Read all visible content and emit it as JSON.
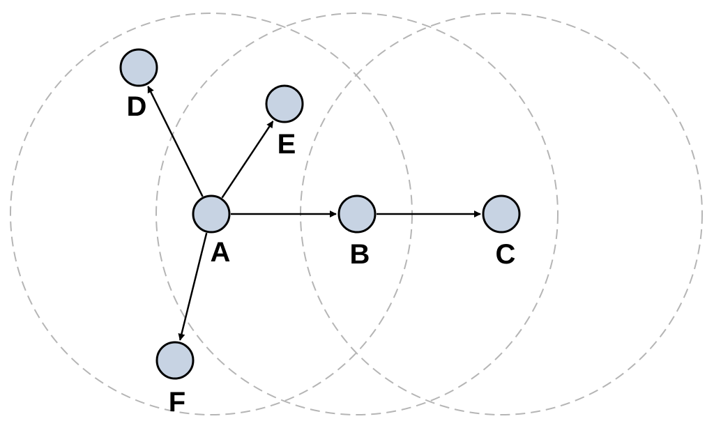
{
  "colors": {
    "node_fill": "#c7d3e3",
    "node_stroke": "#000000",
    "range_stroke": "#b5b5b5",
    "edge": "#000000"
  },
  "nodes": [
    {
      "id": "A",
      "label": "A"
    },
    {
      "id": "B",
      "label": "B"
    },
    {
      "id": "C",
      "label": "C"
    },
    {
      "id": "D",
      "label": "D"
    },
    {
      "id": "E",
      "label": "E"
    },
    {
      "id": "F",
      "label": "F"
    }
  ],
  "edges": [
    {
      "from": "A",
      "to": "B"
    },
    {
      "from": "B",
      "to": "C"
    },
    {
      "from": "A",
      "to": "D"
    },
    {
      "from": "A",
      "to": "E"
    },
    {
      "from": "A",
      "to": "F"
    }
  ],
  "ranges": [
    {
      "center": "A",
      "style": "dashed"
    },
    {
      "center": "B",
      "style": "dashed"
    },
    {
      "center": "C",
      "style": "dashed"
    }
  ]
}
